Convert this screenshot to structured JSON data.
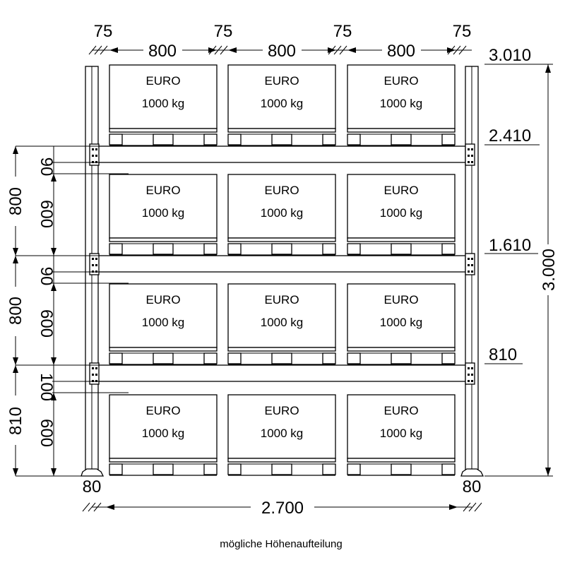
{
  "top_dimensions": {
    "gaps": [
      "75",
      "75",
      "75",
      "75"
    ],
    "bays": [
      "800",
      "800",
      "800"
    ]
  },
  "level_heights": [
    "3.010",
    "2.410",
    "1.610",
    "810"
  ],
  "total_height": "3.000",
  "left_dimensions": [
    {
      "outer": "800",
      "beam": "90",
      "clear": "600"
    },
    {
      "outer": "800",
      "beam": "90",
      "clear": "600"
    },
    {
      "outer": "810",
      "beam": "100",
      "clear": "600"
    }
  ],
  "bottom": {
    "left_foot": "80",
    "right_foot": "80",
    "total_width": "2.700"
  },
  "pallet": {
    "line1": "EURO",
    "line2": "1000 kg"
  },
  "caption": "mögliche Höhenaufteilung"
}
